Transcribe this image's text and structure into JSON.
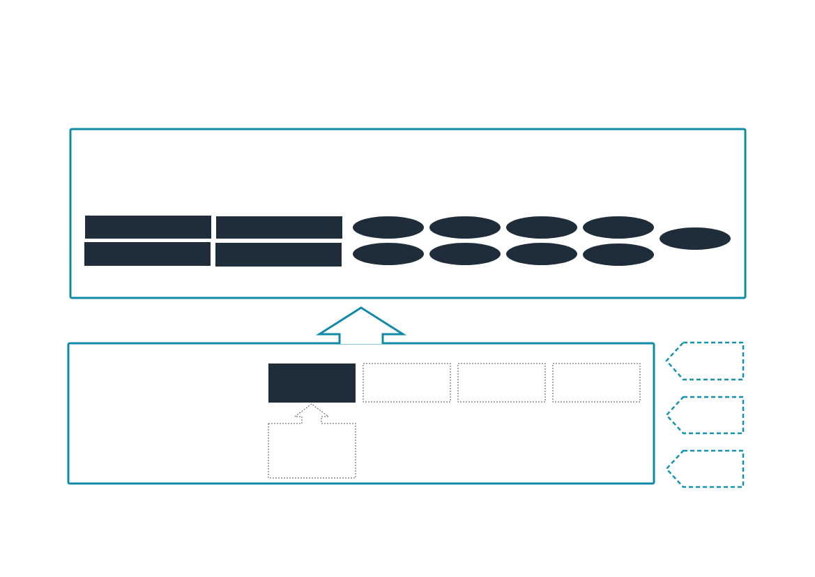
{
  "colors": {
    "background": "#ffffff",
    "frame": "#0f8aa8",
    "dark_fill": "#1f2d3a",
    "dashed_teal": "#1392b0",
    "dotted_gray": "#555555"
  },
  "diagram": {
    "upper_panel": {
      "rect_blocks": 4,
      "oval_blocks": 9
    },
    "lower_panel": {
      "top_row_boxes": [
        "filled",
        "dotted",
        "dotted",
        "dotted"
      ],
      "bottom_boxes": 1
    },
    "side_tags": 3,
    "arrows": [
      {
        "from": "lower-panel",
        "to": "upper-panel",
        "style": "solid"
      },
      {
        "from": "bottom-dotted-box",
        "to": "filled-box",
        "style": "dotted"
      }
    ]
  }
}
